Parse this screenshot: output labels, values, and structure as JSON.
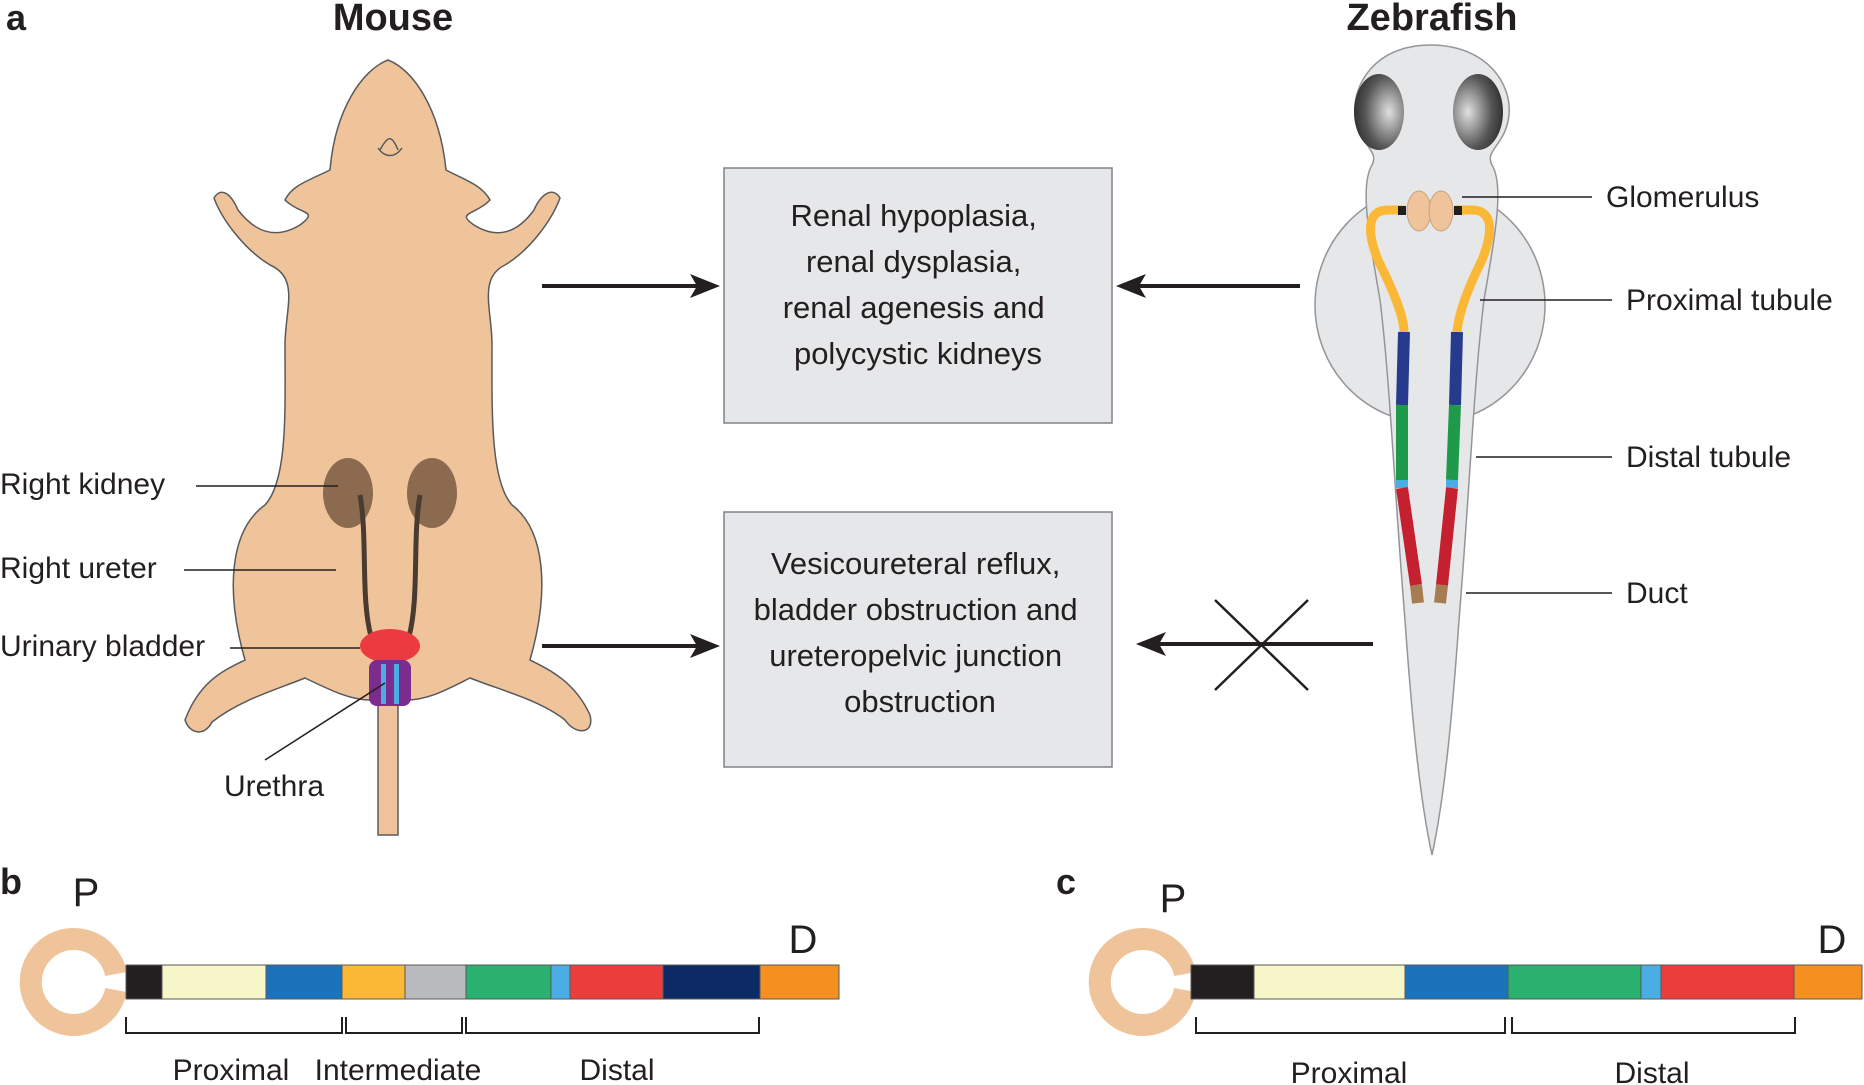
{
  "panels": {
    "a": "a",
    "b": "b",
    "c": "c"
  },
  "species": {
    "mouse": "Mouse",
    "zebrafish": "Zebrafish"
  },
  "mouse_labels": {
    "right_kidney": "Right kidney",
    "right_ureter": "Right ureter",
    "urinary_bladder": "Urinary bladder",
    "urethra": "Urethra"
  },
  "zebrafish_labels": {
    "glomerulus": "Glomerulus",
    "proximal_tubule": "Proximal tubule",
    "distal_tubule": "Distal tubule",
    "duct": "Duct"
  },
  "box_top": {
    "lines": [
      "Renal hypoplasia,",
      "renal dysplasia,",
      "renal agenesis and",
      "polycystic kidneys"
    ]
  },
  "box_bottom": {
    "lines": [
      "Vesicoureteral reflux,",
      "bladder obstruction and",
      "ureteropelvic junction",
      "obstruction"
    ]
  },
  "nephron_b": {
    "proximal_label": "P",
    "distal_label": "D",
    "segment_colors": [
      "#231f20",
      "#f7f6c8",
      "#1a73bb",
      "#fbb836",
      "#b8babc",
      "#2ab06f",
      "#4aaee4",
      "#ea3d3c",
      "#0c2a63",
      "#f5901e"
    ],
    "region_labels": [
      "Proximal",
      "Intermediate",
      "Distal"
    ]
  },
  "nephron_c": {
    "proximal_label": "P",
    "distal_label": "D",
    "segment_colors": [
      "#231f20",
      "#f7f6c8",
      "#1a73bb",
      "#2ab06f",
      "#4aaee4",
      "#ea3d3c",
      "#f5901e"
    ],
    "region_labels": [
      "Proximal",
      "Distal"
    ]
  },
  "colors": {
    "mouse_skin": "#f0c49b",
    "kidney": "#8b6a4f",
    "bladder": "#ec3b40",
    "urethra": "#7b2c8e",
    "fish_body": "#e6e7e8",
    "box_fill": "#e6e7e8"
  }
}
